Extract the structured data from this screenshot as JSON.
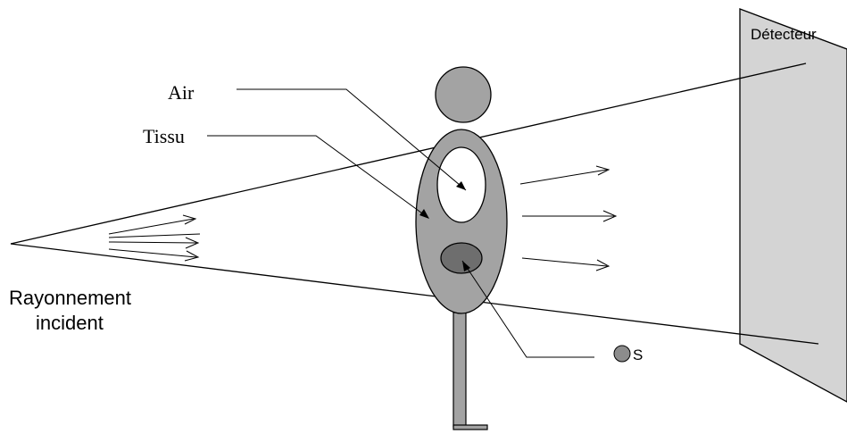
{
  "labels": {
    "air": "Air",
    "tissue": "Tissu",
    "incident_line1": "Rayonnement",
    "incident_line2": "incident",
    "detector": "Détecteur",
    "source": "S"
  },
  "colors": {
    "body_fill": "#a3a3a3",
    "head_fill": "#a3a3a3",
    "organ_fill": "#6e6e6e",
    "air_fill": "#ffffff",
    "detector_fill": "#d4d4d4",
    "line": "#000000"
  },
  "icons": {
    "arrowhead": "open-chevron-arrow"
  }
}
